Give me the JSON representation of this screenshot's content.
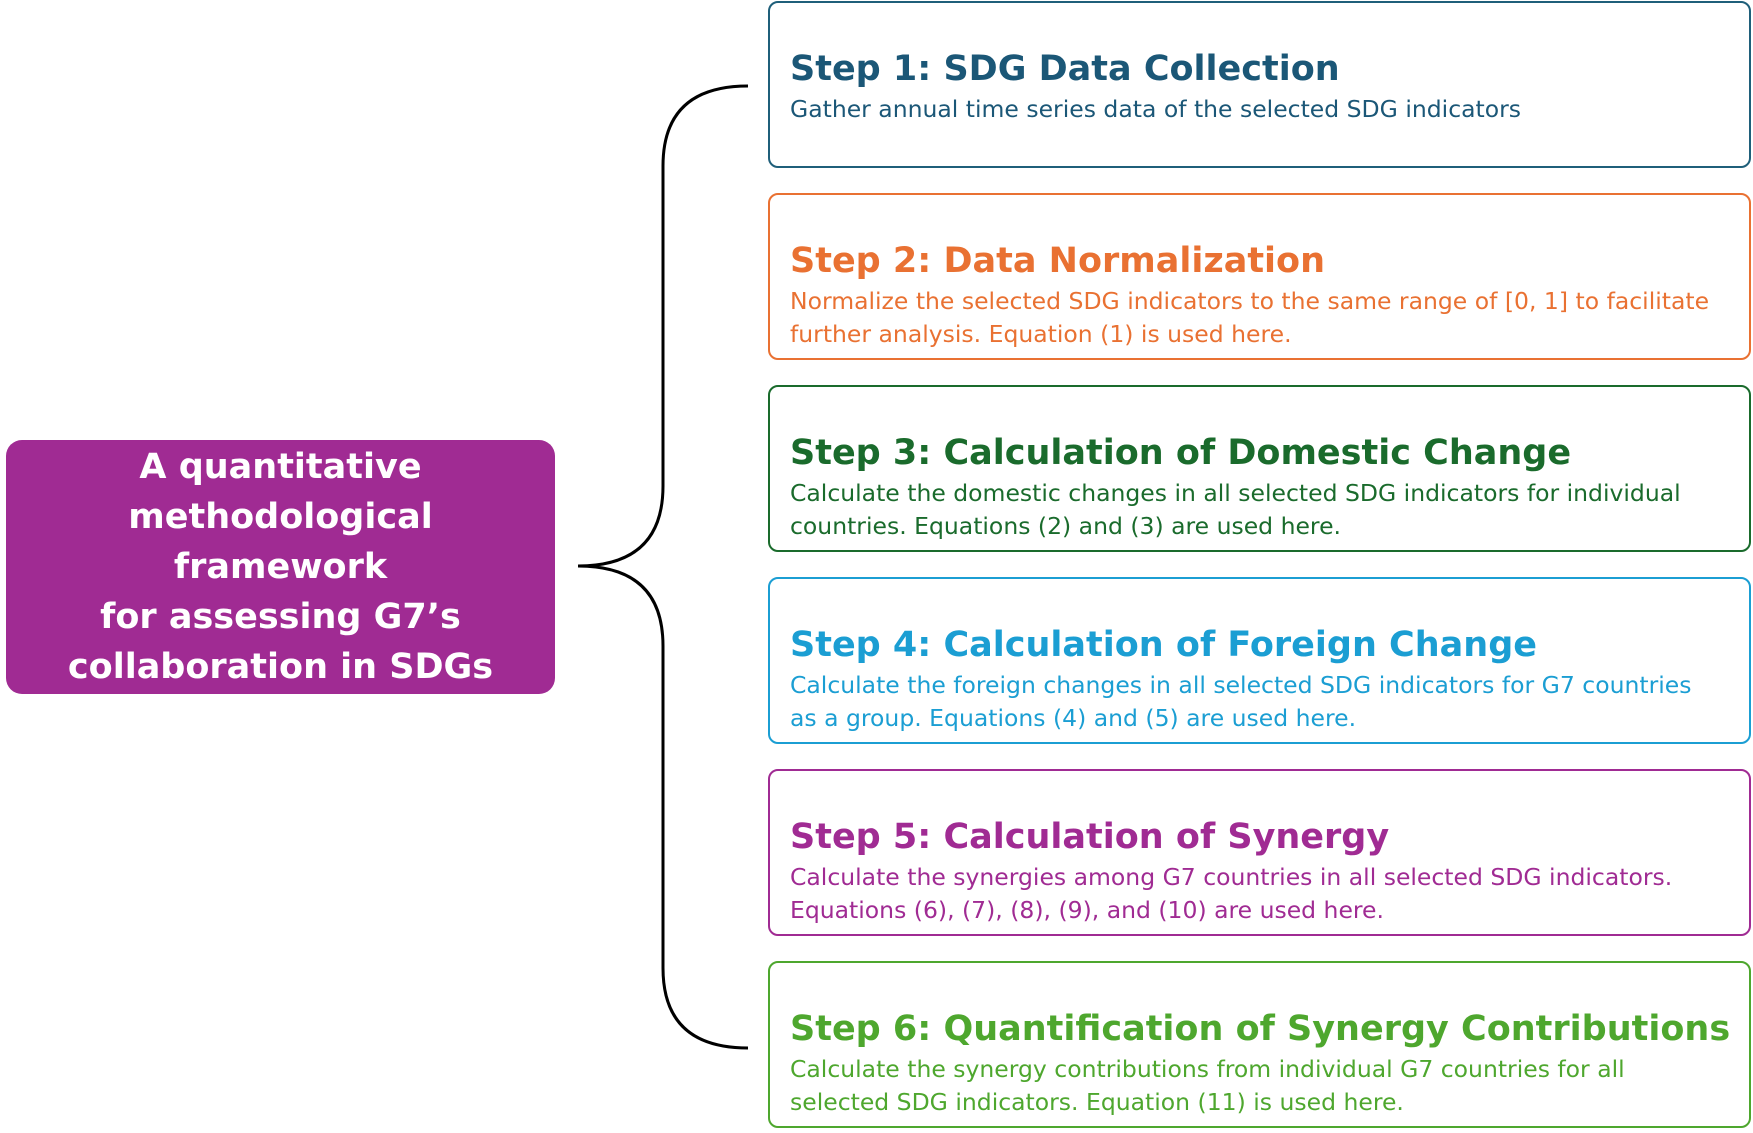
{
  "colors": {
    "main_box_bg": "#a02b93",
    "main_text": "#ffffff",
    "brace": "#000000"
  },
  "framework": {
    "title": "A quantitative\nmethodological framework\nfor assessing G7’s\ncollaboration in SDGs"
  },
  "steps": [
    {
      "title": "Step 1: SDG Data Collection",
      "description": "Gather annual time series data of the selected SDG indicators",
      "color": "#1b5777",
      "border": "#1f5f7a"
    },
    {
      "title": "Step 2: Data Normalization",
      "description": "Normalize the selected SDG indicators to the same range of [0, 1] to facilitate\nfurther analysis. Equation (1) is used here.",
      "color": "#e97132",
      "border": "#e97132"
    },
    {
      "title": "Step 3: Calculation of Domestic Change",
      "description": "Calculate the domestic changes in all selected SDG indicators for individual\ncountries. Equations (2) and (3) are used here.",
      "color": "#1a6b2c",
      "border": "#1a6b2c"
    },
    {
      "title": "Step 4: Calculation of Foreign Change",
      "description": "Calculate the foreign changes in all selected SDG indicators for G7 countries\nas a group. Equations (4) and (5) are used here.",
      "color": "#1b9ed3",
      "border": "#1b9ed3"
    },
    {
      "title": "Step 5: Calculation of Synergy",
      "description": "Calculate the synergies among G7 countries in all selected SDG indicators.\nEquations (6), (7), (8), (9), and (10) are used here.",
      "color": "#a02b93",
      "border": "#a02b93"
    },
    {
      "title": "Step 6: Quantification of Synergy Contributions",
      "description": "Calculate the synergy contributions from individual G7 countries for all\nselected SDG indicators. Equation (11) is used here.",
      "color": "#4ea72e",
      "border": "#4ea72e"
    }
  ]
}
